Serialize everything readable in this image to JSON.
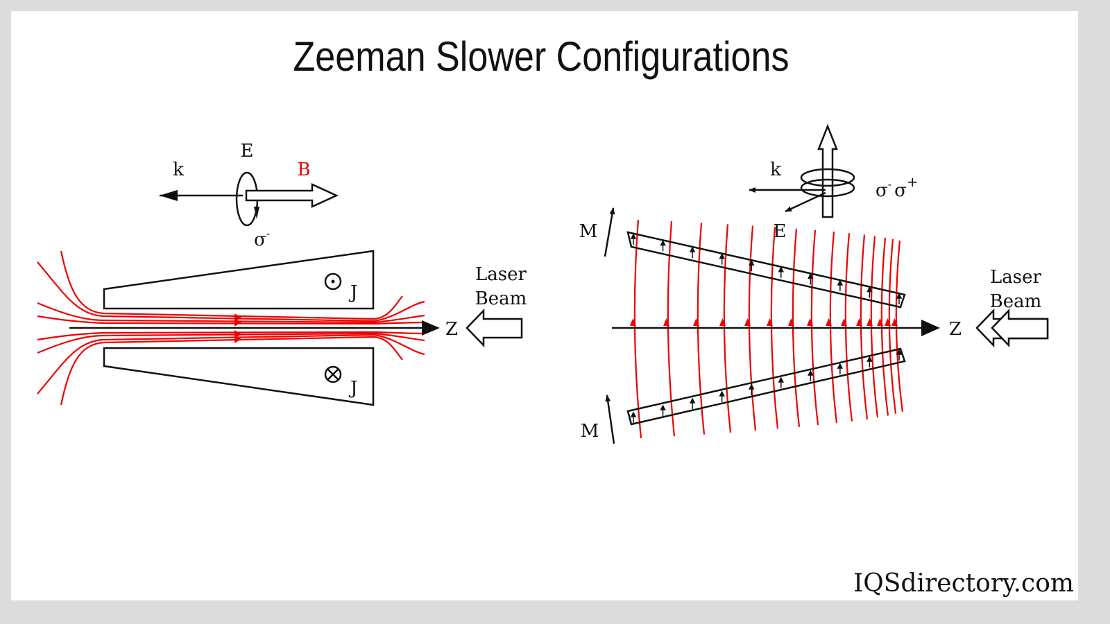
{
  "title": "Zeeman Slower Configurations",
  "colors": {
    "field_lines": "#e00000",
    "ink": "#111111",
    "frame": "#dcdcdc"
  },
  "left_diagram": {
    "k_label": "k",
    "E_label": "E",
    "B_label": "B",
    "sigma_label": "σ",
    "sigma_sup": "-",
    "J_top": "J",
    "J_bottom": "J",
    "current_out_icon": "dot-circle",
    "current_in_icon": "cross-circle",
    "axis_label": "Z",
    "laser_label_1": "Laser",
    "laser_label_2": "Beam"
  },
  "right_diagram": {
    "k_label": "k",
    "E_label": "E",
    "sigma_label_1": "σ",
    "sigma_sup_1": "-",
    "sigma_label_2": "σ",
    "sigma_sup_2": "+",
    "M_top": "M",
    "M_bottom": "M",
    "axis_label": "Z",
    "laser_label_1": "Laser",
    "laser_label_2": "Beam"
  },
  "logo": "IQSdirectory.com"
}
